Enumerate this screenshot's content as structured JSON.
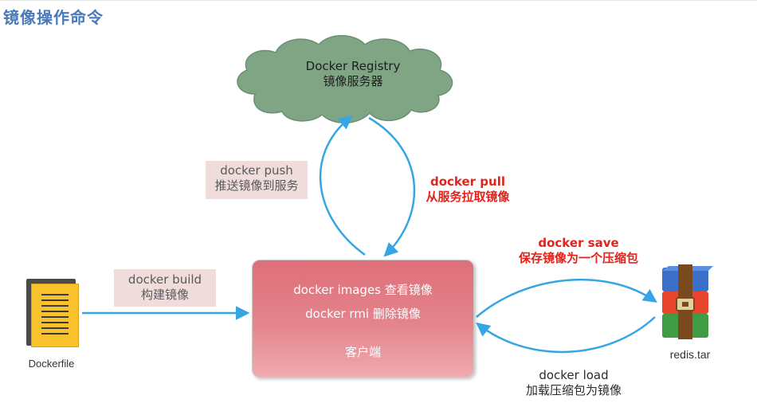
{
  "page_title": "镜像操作命令",
  "registry": {
    "line1": "Docker Registry",
    "line2": "镜像服务器"
  },
  "push": {
    "line1": "docker push",
    "line2": "推送镜像到服务"
  },
  "pull": {
    "line1": "docker pull",
    "line2": "从服务拉取镜像"
  },
  "build": {
    "line1": "docker build",
    "line2": "构建镜像"
  },
  "client": {
    "line1": "docker images 查看镜像",
    "line2": "docker rmi  删除镜像",
    "line3": "客户端"
  },
  "save": {
    "line1": "docker save",
    "line2": "保存镜像为一个压缩包"
  },
  "load": {
    "line1": "docker load",
    "line2": "加载压缩包为镜像"
  },
  "dockerfile_label": "Dockerfile",
  "archive_label": "redis.tar",
  "icons": {
    "dockerfile": "document-icon",
    "archive": "archive-icon"
  },
  "colors": {
    "title": "#4a7ab8",
    "arrow": "#35a6e3",
    "cloud_fill": "#7fa585",
    "label_box": "#f1dcdc",
    "highlight_text": "#e3221b",
    "client_box": "#de6f79"
  }
}
